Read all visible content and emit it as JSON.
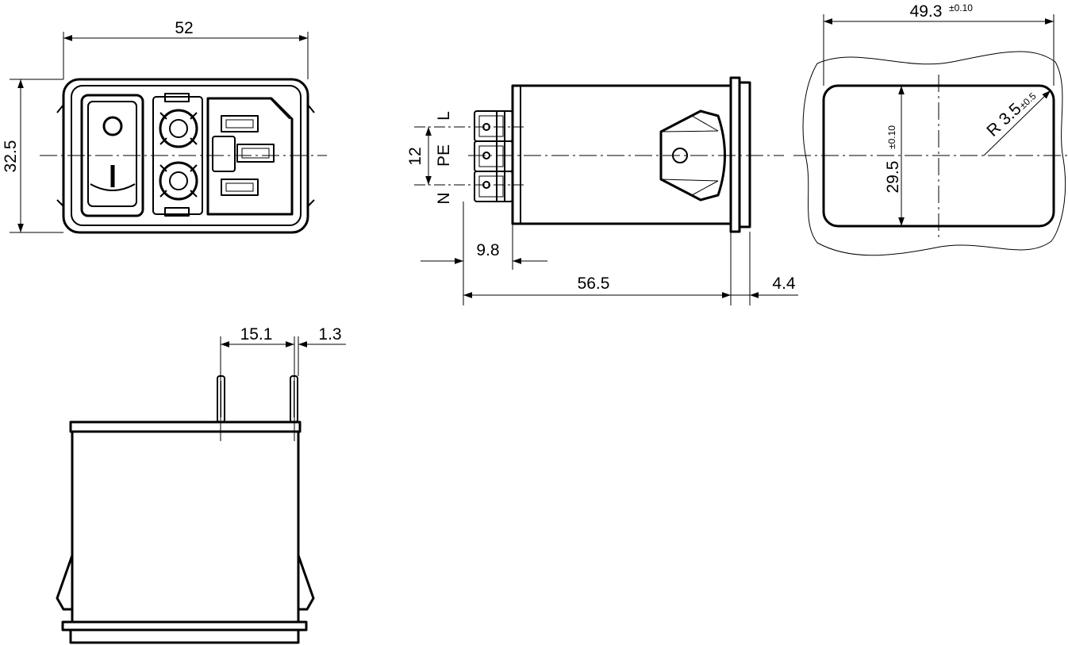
{
  "dimensions": {
    "front_width": "52",
    "front_height": "32.5",
    "pin_spacing": "12",
    "pin_offset": "9.8",
    "body_length": "56.5",
    "flange_thickness": "4.4",
    "cutout_width": "49.3",
    "cutout_width_tol": "±0.10",
    "cutout_height": "29.5",
    "cutout_height_tol": "±0.10",
    "corner_radius": "R 3.5",
    "corner_radius_tol": "±0.5",
    "bottom_pin_spacing": "15.1",
    "bottom_pin_width": "1.3"
  },
  "terminals": {
    "line": "L",
    "earth": "PE",
    "neutral": "N"
  },
  "switch_symbols": {
    "off": "O",
    "on": "I"
  }
}
